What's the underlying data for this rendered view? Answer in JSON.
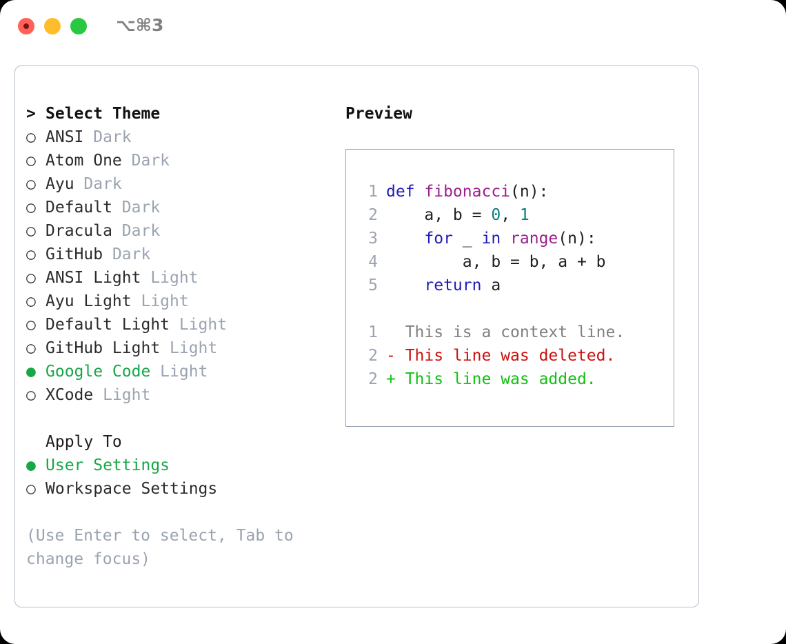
{
  "window": {
    "shortcut": "⌥⌘3",
    "traffic_lights": [
      "close",
      "minimize",
      "maximize"
    ],
    "colors": {
      "close": "#ff6159",
      "minimize": "#ffbd2e",
      "maximize": "#28c840",
      "accent_green": "#17a747",
      "muted": "#9aa3b0",
      "border": "#b6bfcc"
    }
  },
  "theme_list": {
    "header_marker": ">",
    "header": "Select Theme",
    "options": [
      {
        "marker": "○",
        "label": "ANSI",
        "tag": "Dark",
        "selected": false
      },
      {
        "marker": "○",
        "label": "Atom One",
        "tag": "Dark",
        "selected": false
      },
      {
        "marker": "○",
        "label": "Ayu",
        "tag": "Dark",
        "selected": false
      },
      {
        "marker": "○",
        "label": "Default",
        "tag": "Dark",
        "selected": false
      },
      {
        "marker": "○",
        "label": "Dracula",
        "tag": "Dark",
        "selected": false
      },
      {
        "marker": "○",
        "label": "GitHub",
        "tag": "Dark",
        "selected": false
      },
      {
        "marker": "○",
        "label": "ANSI Light",
        "tag": "Light",
        "selected": false
      },
      {
        "marker": "○",
        "label": "Ayu Light",
        "tag": "Light",
        "selected": false
      },
      {
        "marker": "○",
        "label": "Default Light",
        "tag": "Light",
        "selected": false
      },
      {
        "marker": "○",
        "label": "GitHub Light",
        "tag": "Light",
        "selected": false
      },
      {
        "marker": "●",
        "label": "Google Code",
        "tag": "Light",
        "selected": true
      },
      {
        "marker": "○",
        "label": "XCode",
        "tag": "Light",
        "selected": false
      }
    ]
  },
  "apply_to": {
    "header": "Apply To",
    "options": [
      {
        "marker": "●",
        "label": "User Settings",
        "selected": true
      },
      {
        "marker": "○",
        "label": "Workspace Settings",
        "selected": false
      }
    ]
  },
  "hint": "(Use Enter to select, Tab to change focus)",
  "preview": {
    "title": "Preview",
    "code_lines": [
      {
        "lno": "1",
        "tokens": [
          {
            "t": "def ",
            "c": "kw"
          },
          {
            "t": "fibonacci",
            "c": "fn"
          },
          {
            "t": "(n):",
            "c": "pln"
          }
        ]
      },
      {
        "lno": "2",
        "tokens": [
          {
            "t": "    a, b = ",
            "c": "pln"
          },
          {
            "t": "0",
            "c": "num"
          },
          {
            "t": ", ",
            "c": "pln"
          },
          {
            "t": "1",
            "c": "num"
          }
        ]
      },
      {
        "lno": "3",
        "tokens": [
          {
            "t": "    ",
            "c": "pln"
          },
          {
            "t": "for",
            "c": "kw"
          },
          {
            "t": " _ ",
            "c": "pln"
          },
          {
            "t": "in",
            "c": "kw"
          },
          {
            "t": " ",
            "c": "pln"
          },
          {
            "t": "range",
            "c": "fn"
          },
          {
            "t": "(n):",
            "c": "pln"
          }
        ]
      },
      {
        "lno": "4",
        "tokens": [
          {
            "t": "        a, b = b, a + b",
            "c": "pln"
          }
        ]
      },
      {
        "lno": "5",
        "tokens": [
          {
            "t": "    ",
            "c": "pln"
          },
          {
            "t": "return",
            "c": "kw"
          },
          {
            "t": " a",
            "c": "pln"
          }
        ]
      }
    ],
    "diff_lines": [
      {
        "lno": "1",
        "sign": "  ",
        "text": "This is a context line.",
        "kind": "ctx"
      },
      {
        "lno": "2",
        "sign": "- ",
        "text": "This line was deleted.",
        "kind": "del"
      },
      {
        "lno": "2",
        "sign": "+ ",
        "text": "This line was added.",
        "kind": "add"
      }
    ]
  }
}
